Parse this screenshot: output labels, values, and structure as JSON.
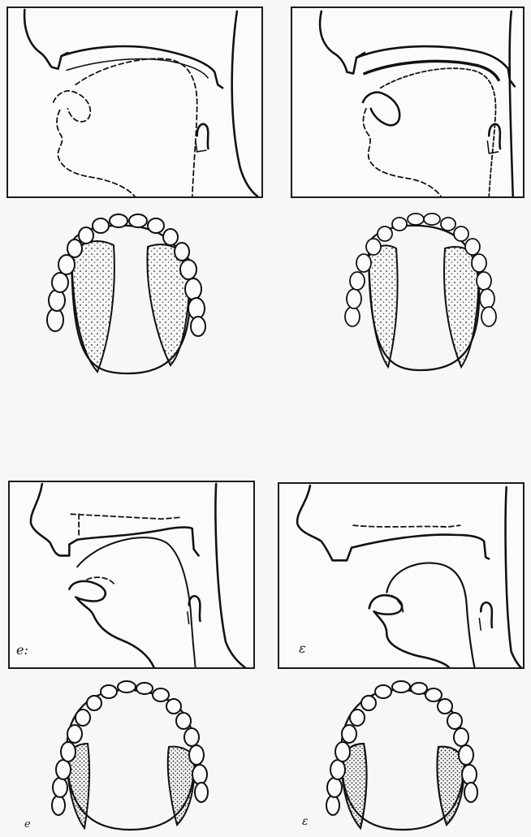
{
  "figures": [
    {
      "id": "top-left",
      "panel_label": "",
      "palate_label": ""
    },
    {
      "id": "top-right",
      "panel_label": "",
      "palate_label": ""
    },
    {
      "id": "bottom-left",
      "panel_label": "e:",
      "palate_label": "e"
    },
    {
      "id": "bottom-right",
      "panel_label": "ε",
      "palate_label": "ε"
    }
  ]
}
